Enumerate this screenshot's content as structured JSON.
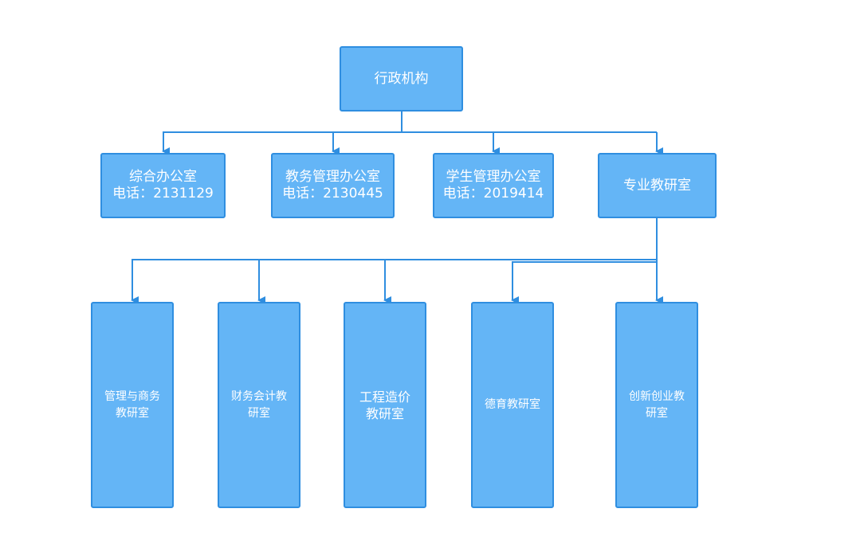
{
  "colors": {
    "node_fill": "#64b5f6",
    "node_border": "#2f8ee0",
    "connector": "#2f8ee0",
    "text": "#ffffff",
    "background": "#ffffff"
  },
  "root": {
    "label": "行政机构"
  },
  "offices": [
    {
      "name": "综合办公室",
      "phone": "电话：2131129"
    },
    {
      "name": "教务管理办公室",
      "phone": "电话：2130445"
    },
    {
      "name": "学生管理办公室",
      "phone": "电话：2019414"
    },
    {
      "name": "专业教研室"
    }
  ],
  "sections": [
    {
      "line1": "管理与商务",
      "line2": "教研室"
    },
    {
      "line1": "财务会计教",
      "line2": "研室"
    },
    {
      "line1": "工程造价",
      "line2": "教研室"
    },
    {
      "line1": "德育教研室"
    },
    {
      "line1": "创新创业教",
      "line2": "研室"
    }
  ]
}
